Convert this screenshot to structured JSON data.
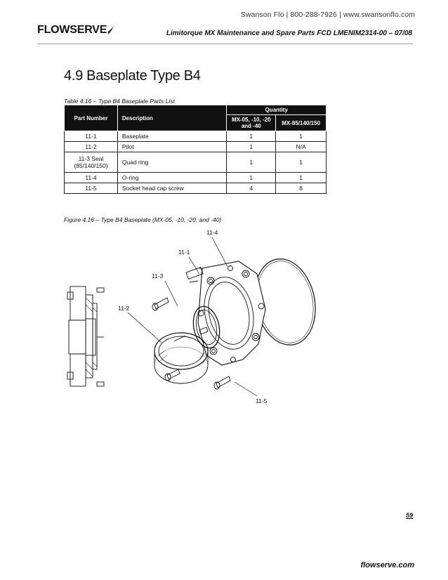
{
  "header": {
    "contact_line": "Swanson Flo | 800-288-7926 | www.swansonflo.com",
    "brand": "FLOWSERVE",
    "doc_title": "Limitorque MX Maintenance and Spare Parts   FCD LMENIM2314-00 – 07/08"
  },
  "section": {
    "title": "4.9  Baseplate Type B4"
  },
  "table": {
    "caption": "Table 4.16 – Type B4 Baseplate Parts List",
    "headers": {
      "part_number": "Part Number",
      "description": "Description",
      "quantity": "Quantity",
      "qty_col1": "MX-05, -10, -20 and -40",
      "qty_col2": "MX-85/140/150"
    },
    "rows": [
      {
        "part": "11-1",
        "part2": "",
        "desc": "Baseplate",
        "q1": "1",
        "q2": "1"
      },
      {
        "part": "11-2",
        "part2": "",
        "desc": "Pilot",
        "q1": "1",
        "q2": "N/A"
      },
      {
        "part": "11-3 Seal",
        "part2": "(85/140/150)",
        "desc": "Quad ring",
        "q1": "1",
        "q2": "1"
      },
      {
        "part": "11-4",
        "part2": "",
        "desc": "O-ring",
        "q1": "1",
        "q2": "1"
      },
      {
        "part": "11-5",
        "part2": "",
        "desc": "Socket head cap screw",
        "q1": "4",
        "q2": "8"
      }
    ]
  },
  "figure": {
    "caption": "Figure 4.16 – Type B4 Baseplate (MX-05, -10, -20, and -40)",
    "callouts": [
      "11-4",
      "11-1",
      "11-3",
      "11-2",
      "11-5"
    ]
  },
  "footer": {
    "page_number": "59",
    "website": "flowserve.com"
  }
}
